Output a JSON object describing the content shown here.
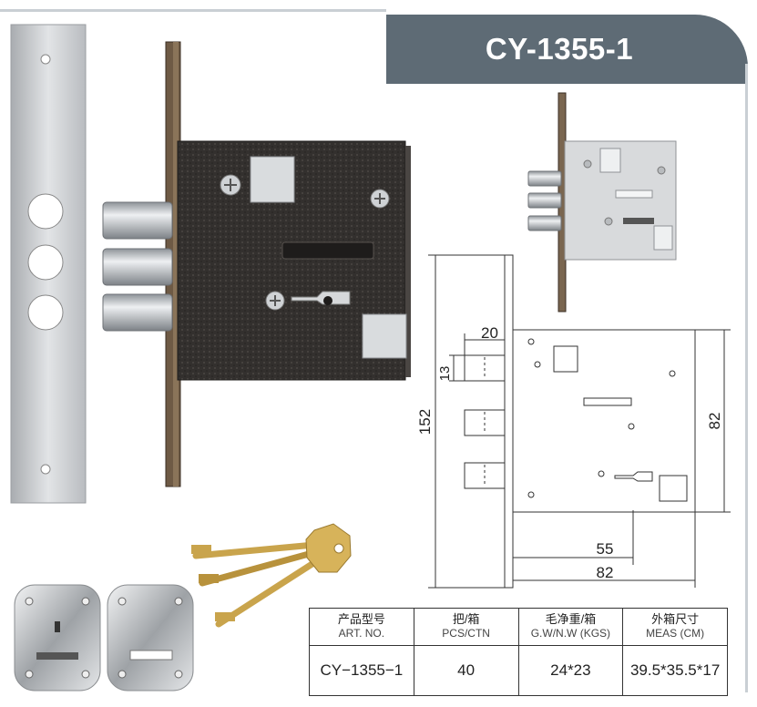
{
  "header": {
    "model_title": "CY-1355-1"
  },
  "dimensions": {
    "bolt_length": "20",
    "bolt_height": "13",
    "faceplate_length": "152",
    "case_height": "82",
    "backset": "55",
    "case_width": "82"
  },
  "spec_table": {
    "columns": [
      {
        "cn": "产品型号",
        "en": "ART. NO."
      },
      {
        "cn": "把/箱",
        "en": "PCS/CTN"
      },
      {
        "cn": "毛净重/箱",
        "en": "G.W/N.W (KGS)"
      },
      {
        "cn": "外箱尺寸",
        "en": "MEAS (CM)"
      }
    ],
    "values": [
      "CY−1355−1",
      "40",
      "24*23",
      "39.5*35.5*17"
    ]
  },
  "colors": {
    "banner": "#5e6b75",
    "lock_body": "#2e2c2b",
    "strike_plate": "#c4c6c9",
    "brass": "#c9a44c"
  }
}
